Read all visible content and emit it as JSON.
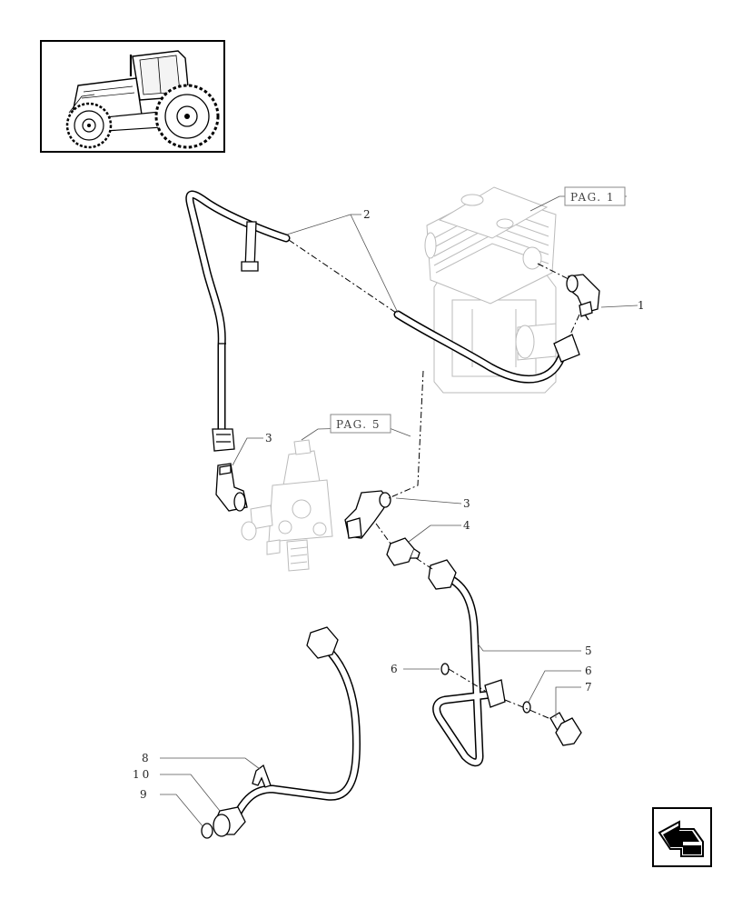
{
  "thumbnail": {
    "icon": "tractor-icon"
  },
  "references": {
    "pag1": "PAG. 1",
    "pag5": "PAG. 5"
  },
  "callouts": {
    "c1": "1",
    "c2": "2",
    "c3a": "3",
    "c3b": "3",
    "c4": "4",
    "c5": "5",
    "c6a": "6",
    "c6b": "6",
    "c7": "7",
    "c8": "8",
    "c9": "9",
    "c10": "10"
  },
  "navigation": {
    "icon": "next-page-arrow-icon"
  }
}
